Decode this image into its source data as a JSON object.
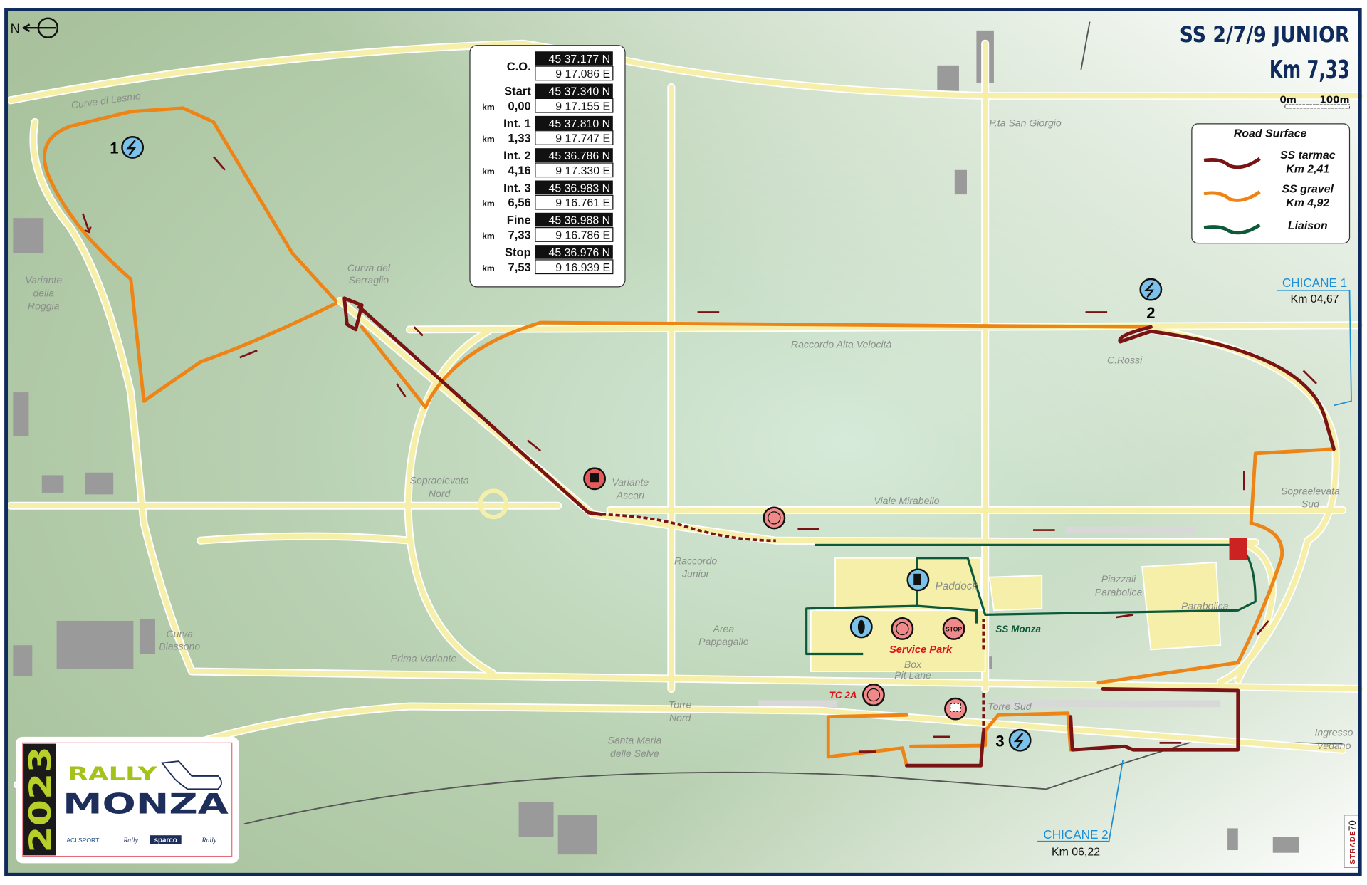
{
  "header": {
    "stage_title": "SS 2/7/9 JUNIOR",
    "stage_length": "Km 7,33",
    "north_label": "N",
    "scale": {
      "start": "0m",
      "end": "100m"
    }
  },
  "coordinates": [
    {
      "label": "C.O.",
      "km_prefix": "",
      "km": "",
      "lat": "45 37.177 N",
      "lon": "9 17.086 E"
    },
    {
      "label": "Start",
      "km_prefix": "km",
      "km": "0,00",
      "lat": "45 37.340 N",
      "lon": "9 17.155 E"
    },
    {
      "label": "Int. 1",
      "km_prefix": "km",
      "km": "1,33",
      "lat": "45 37.810 N",
      "lon": "9 17.747 E"
    },
    {
      "label": "Int. 2",
      "km_prefix": "km",
      "km": "4,16",
      "lat": "45 36.786 N",
      "lon": "9 17.330 E"
    },
    {
      "label": "Int. 3",
      "km_prefix": "km",
      "km": "6,56",
      "lat": "45 36.983 N",
      "lon": "9 16.761 E"
    },
    {
      "label": "Fine",
      "km_prefix": "km",
      "km": "7,33",
      "lat": "45 36.988 N",
      "lon": "9 16.786 E"
    },
    {
      "label": "Stop",
      "km_prefix": "km",
      "km": "7,53",
      "lat": "45 36.976 N",
      "lon": "9 16.939 E"
    }
  ],
  "legend": {
    "title": "Road Surface",
    "items": [
      {
        "line1": "SS  tarmac",
        "line2": "Km 2,41",
        "color": "#7a1414"
      },
      {
        "line1": "SS  gravel",
        "line2": "Km 4,92",
        "color": "#ee8416"
      },
      {
        "line1": "Liaison",
        "line2": "",
        "color": "#0c5a3a"
      }
    ]
  },
  "chicanes": [
    {
      "name": "CHICANE 1",
      "km": "Km 04,67"
    },
    {
      "name": "CHICANE 2",
      "km": "Km 06,22"
    }
  ],
  "split_markers": [
    "1",
    "2",
    "3"
  ],
  "places": {
    "curve_lesmo": "Curve di Lesmo",
    "variante_roggia": [
      "Variante",
      "della",
      "Roggia"
    ],
    "curva_serraglio": [
      "Curva del",
      "Serraglio"
    ],
    "raccordo_alta": "Raccordo Alta Velocità",
    "c_rossi": "C.Rossi",
    "sopraelevata_nord": [
      "Sopraelevata",
      "Nord"
    ],
    "variante_ascari": [
      "Variante",
      "Ascari"
    ],
    "viale_mirabello": "Viale Mirabello",
    "sopraelevata_sud": [
      "Sopraelevata",
      "Sud"
    ],
    "raccordo_junior": [
      "Raccordo",
      "Junior"
    ],
    "paddock": "Paddock",
    "piazzali_parabolica": [
      "Piazzali",
      "Parabolica"
    ],
    "parabolica": "Parabolica",
    "area_pappagallo": [
      "Area",
      "Pappagallo"
    ],
    "curva_biassono": [
      "Curva",
      "Biassono"
    ],
    "prima_variante": "Prima Variante",
    "box": "Box",
    "pit_lane": "Pit Lane",
    "torre_sud": "Torre Sud",
    "torre_nord": [
      "Torre",
      "Nord"
    ],
    "santa_maria": [
      "Santa Maria",
      "delle Selve"
    ],
    "ingresso_vedano": [
      "Ingresso",
      "Vedano"
    ],
    "porta_san_giorgio": "P.ta San Giorgio"
  },
  "service": {
    "service_park": "Service Park",
    "ss_monza": "SS Monza",
    "tc": "TC 2A",
    "stop": "STOP"
  },
  "logo": {
    "year": "2023",
    "rally": "RALLY",
    "monza": "MONZA",
    "sponsors": [
      "ACI SPORT",
      "Rally",
      "sparco",
      "Rally"
    ]
  },
  "credit": {
    "strade": "STRADE",
    "number": "70"
  },
  "colors": {
    "frame": "#0f2a5c",
    "tarmac": "#7a1414",
    "gravel": "#ee8416",
    "liaison": "#0c5a3a",
    "road": "#f6efa9",
    "marker_blue": "#7cc1ea",
    "marker_red": "#f08a8a",
    "chicane": "#1a8fd8"
  }
}
